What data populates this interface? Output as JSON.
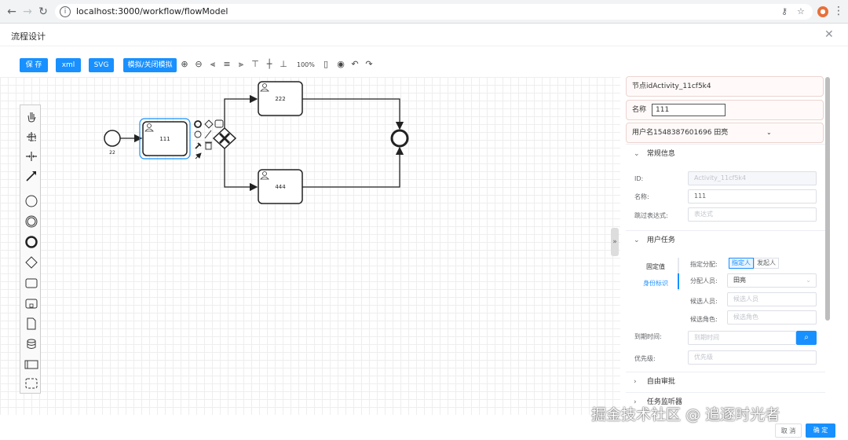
{
  "browser": {
    "url": "localhost:3000/workflow/flowModel"
  },
  "dialog": {
    "title": "流程设计"
  },
  "toolbar": {
    "save_label": "保 存",
    "xml_label": "xml",
    "svg_label": "SVG",
    "simulate_label": "模拟/关闭模拟",
    "zoom_level": "100%"
  },
  "diagram": {
    "start_event_label": "22",
    "tasks": [
      {
        "name": "111"
      },
      {
        "name": "222"
      },
      {
        "name": "444"
      }
    ]
  },
  "panel": {
    "node_id_header": "节点idActivity_11cf5k4",
    "name_header_label": "名称",
    "name_header_value": "111",
    "user_header_value": "用户名1548387601696 田亮",
    "sections": {
      "general": "常规信息",
      "user_task": "用户任务",
      "free_approval": "自由审批",
      "task_listener": "任务监听器"
    },
    "general": {
      "id_label": "ID:",
      "id_value": "Activity_11cf5k4",
      "name_label": "名称:",
      "name_value": "111",
      "skip_label": "跳过表达式:",
      "skip_placeholder": "表达式"
    },
    "user_task": {
      "tab_fixed": "固定值",
      "tab_identity": "身份标识",
      "assign_label": "指定分配:",
      "assign_options": [
        "指定人",
        "发起人"
      ],
      "assignee_label": "分配人员:",
      "assignee_value": "田亮",
      "candidate_users_label": "候选人员:",
      "candidate_users_placeholder": "候选人员",
      "candidate_roles_label": "候选角色:",
      "candidate_roles_placeholder": "候选角色",
      "due_label": "到期时间:",
      "due_placeholder": "到期时间",
      "priority_label": "优先级:",
      "priority_placeholder": "优先级"
    }
  },
  "footer": {
    "cancel_label": "取 消",
    "ok_label": "确 定"
  },
  "watermark": "掘金技术社区 @ 追逐时光者",
  "colors": {
    "primary": "#1890ff",
    "selection": "#1890ff"
  }
}
